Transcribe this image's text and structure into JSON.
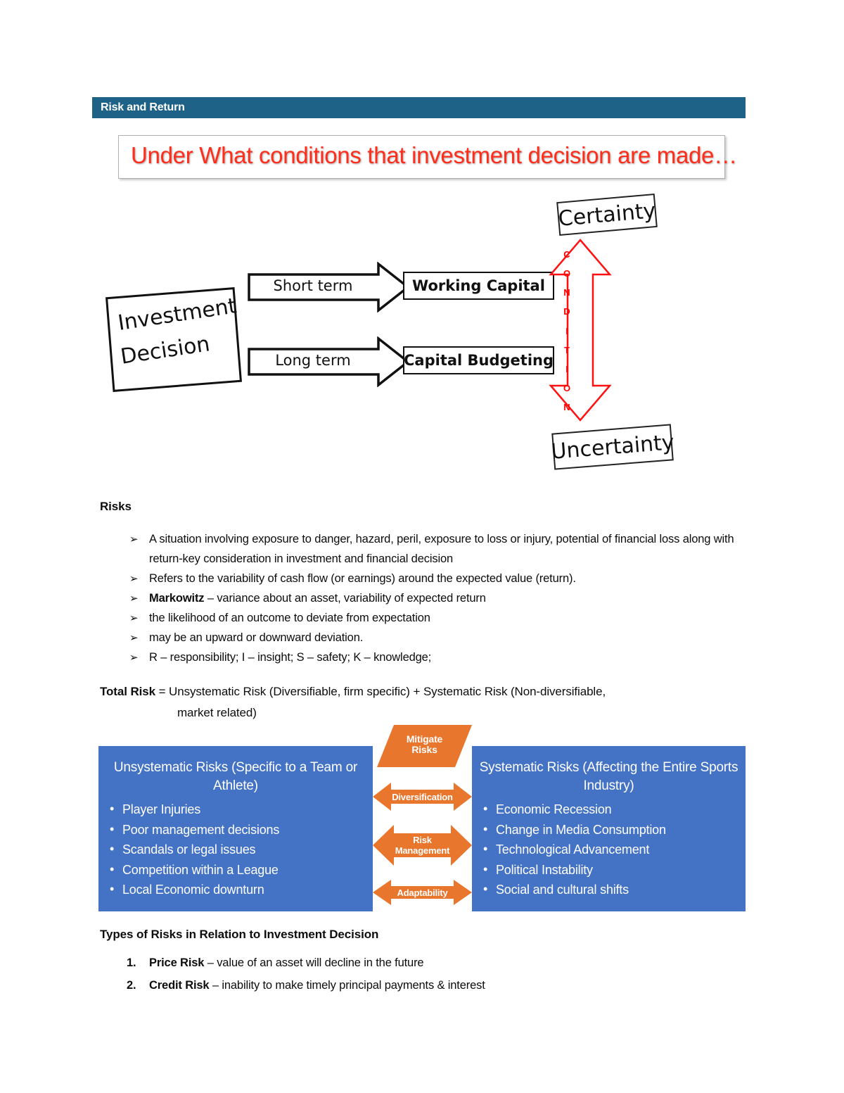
{
  "header": {
    "title": "Risk and Return",
    "bar_color": "#1F6287"
  },
  "banner": {
    "text": "Under What conditions that investment decision are made…",
    "text_color": "#FF2D19"
  },
  "diagram_investment": {
    "source_box_line1": "Investment",
    "source_box_line2": "Decision",
    "arrow_short_label": "Short term",
    "arrow_long_label": "Long term",
    "target_short": "Working Capital",
    "target_long": "Capital Budgeting",
    "condition_letters": [
      "C",
      "O",
      "N",
      "D",
      "I",
      "T",
      "I",
      "O",
      "N"
    ],
    "condition_color": "#FF0000",
    "top_label": "Certainty",
    "bottom_label": "Uncertainty"
  },
  "risks_section": {
    "heading": "Risks",
    "items": [
      "A situation involving exposure to danger, hazard, peril, exposure to loss or injury, potential of financial loss along with return-key consideration in investment and financial decision",
      "Refers to the variability of cash flow (or earnings) around the expected value (return).",
      "Markowitz – variance about an asset, variability of expected return",
      "the likelihood of an outcome to deviate from expectation",
      "may be an upward or downward deviation.",
      "R – responsibility; I – insight; S – safety; K – knowledge;"
    ],
    "bullet_glyph": "➢"
  },
  "total_risk": {
    "lead": "Total Risk",
    "line1": " = Unsystematic Risk (Diversifiable, firm specific) + Systematic Risk (Non-diversifiable,",
    "line2": "market related)"
  },
  "risk_comparison": {
    "panel_color": "#4472C4",
    "arrow_color": "#E8762C",
    "left": {
      "heading": "Unsystematic Risks (Specific to a Team or Athlete)",
      "items": [
        "Player Injuries",
        "Poor management decisions",
        "Scandals or legal issues",
        "Competition within a League",
        "Local Economic downturn"
      ]
    },
    "right": {
      "heading": "Systematic Risks (Affecting the Entire Sports Industry)",
      "items": [
        "Economic Recession",
        "Change in Media Consumption",
        "Technological Advancement",
        "Political Instability",
        "Social and cultural shifts"
      ]
    },
    "middle": {
      "mitigate": "Mitigate Risks",
      "diversification": "Diversification",
      "risk_management": "Risk Management",
      "adaptability": "Adaptability"
    },
    "bullet_glyph": "•"
  },
  "types_section": {
    "heading": "Types of Risks in Relation to Investment Decision",
    "items": [
      {
        "num": "1.",
        "bold": "Price Risk",
        "rest": " – value of an asset will decline in the future"
      },
      {
        "num": "2.",
        "bold": "Credit Risk",
        "rest": " – inability to make timely principal payments & interest"
      }
    ]
  }
}
